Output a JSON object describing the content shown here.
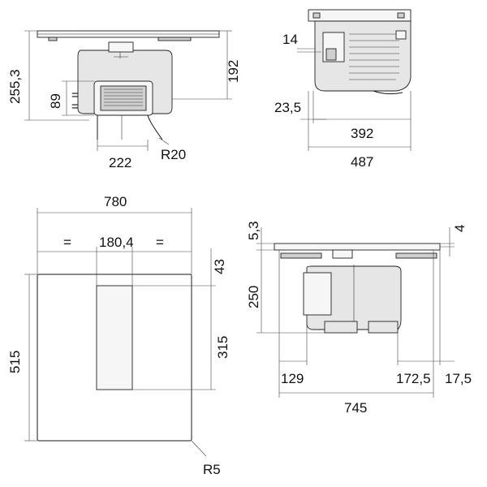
{
  "views": {
    "side_view": {
      "overall_height": "255,3",
      "body_height": "192",
      "outlet_height": "89",
      "outlet_width": "222",
      "radius": "R20"
    },
    "front_section": {
      "offset_small": "14",
      "offset_left": "23,5",
      "inner_width": "392",
      "overall_width": "487"
    },
    "top_view": {
      "overall_width": "780",
      "equal_left": "=",
      "slot_width": "180,4",
      "equal_right": "=",
      "slot_offset": "43",
      "depth": "515",
      "slot_length": "315",
      "corner_radius": "R5"
    },
    "side_section": {
      "glass_thickness": "5,3",
      "edge_thickness": "4",
      "body_height": "250",
      "left_offset": "129",
      "right_offset": "172,5",
      "edge_offset": "17,5",
      "overall_width": "745"
    }
  }
}
